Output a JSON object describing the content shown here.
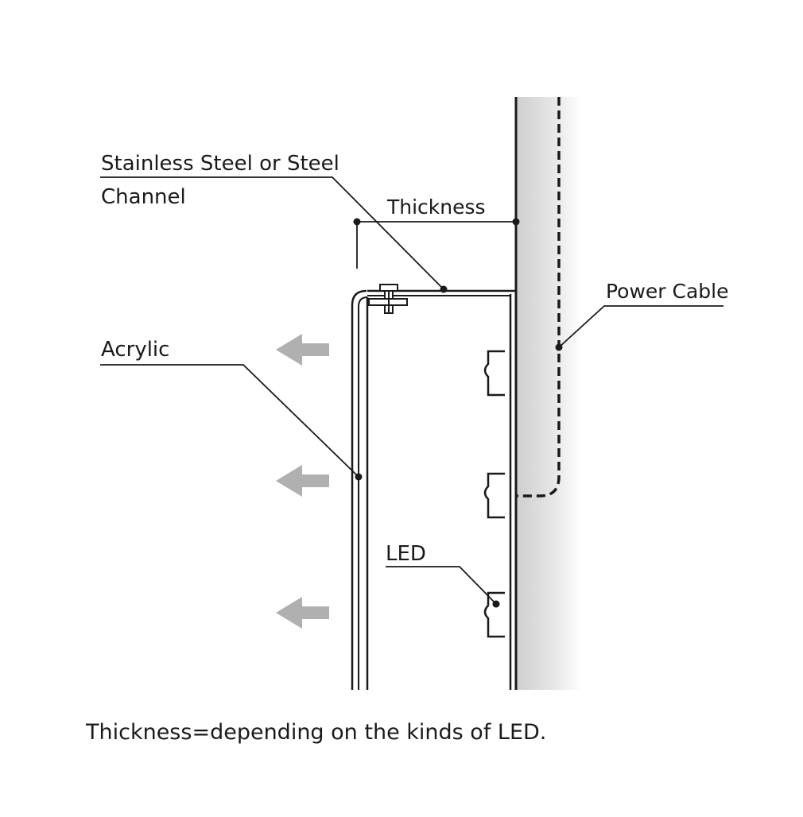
{
  "labels": {
    "channel_line1": "Stainless Steel or Steel",
    "channel_line2": "Channel",
    "thickness": "Thickness",
    "power_cable": "Power Cable",
    "acrylic": "Acrylic",
    "led": "LED"
  },
  "caption": "Thickness=depending on the kinds of LED.",
  "colors": {
    "line": "#1a1a1a",
    "arrow": "#b0b0b0",
    "wall_shade": "#d6d6d6"
  }
}
